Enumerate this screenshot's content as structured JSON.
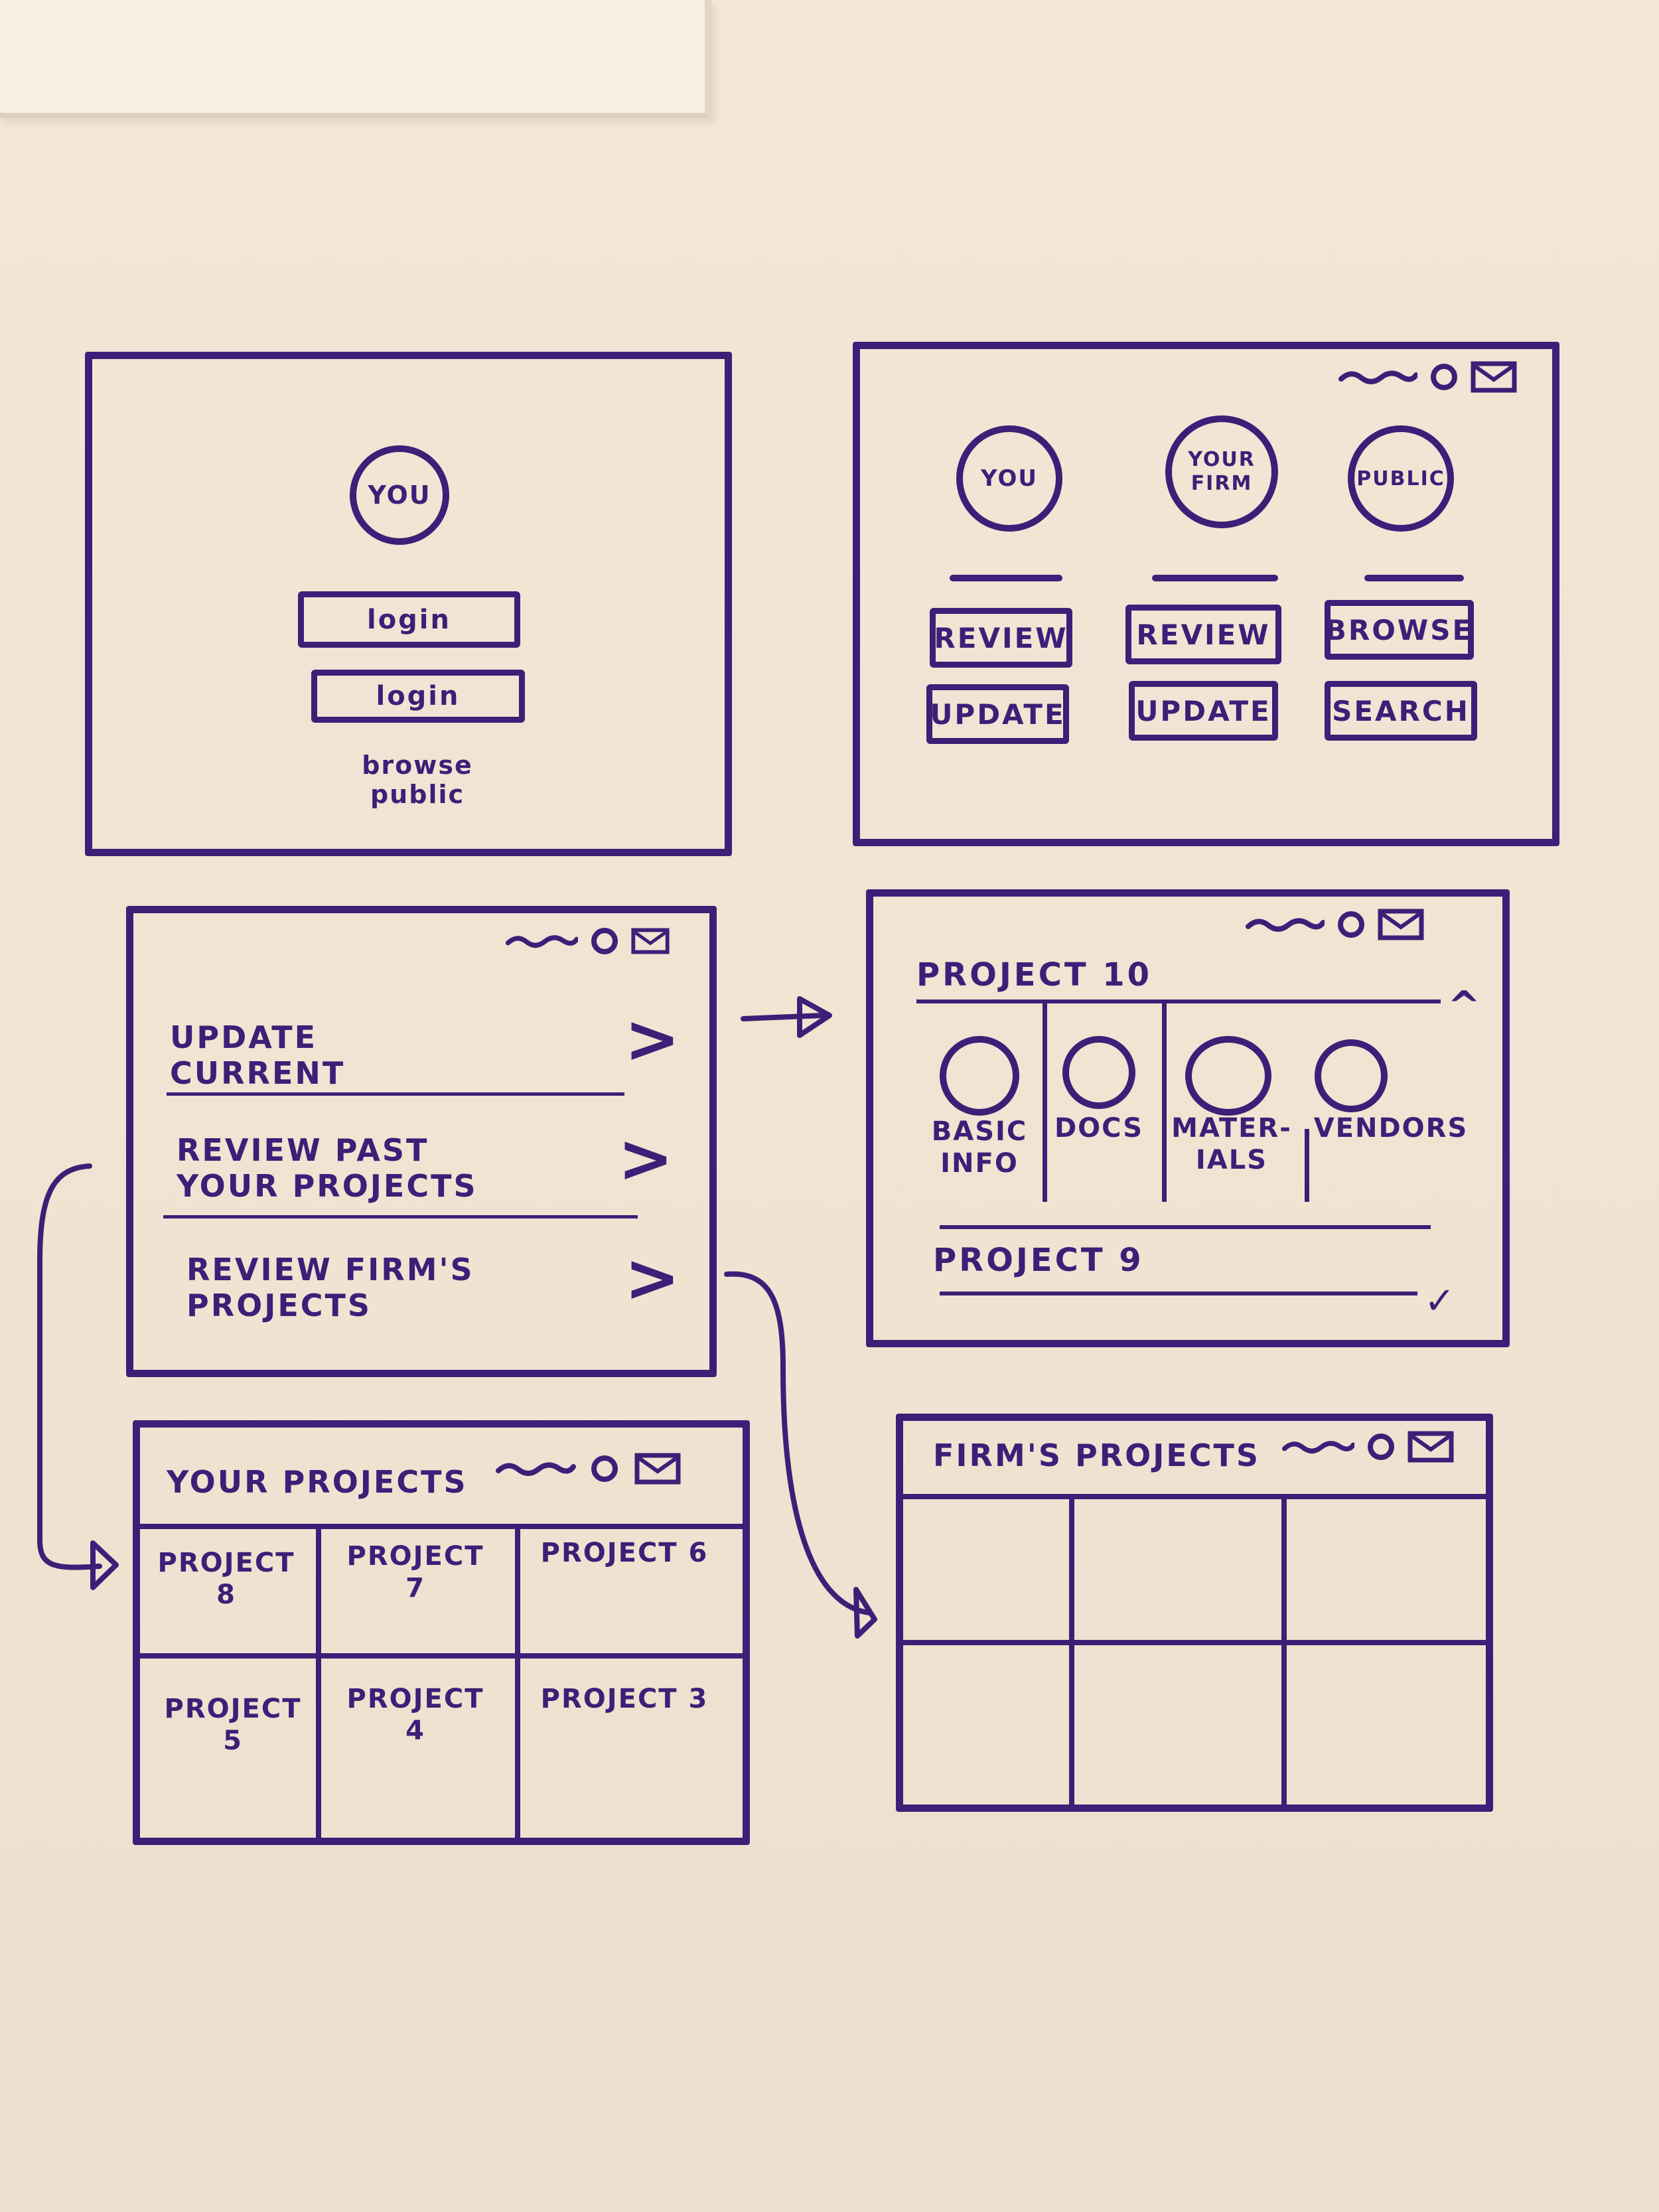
{
  "login_screen": {
    "avatar_text": "YOU",
    "login_1": "login",
    "login_2": "login",
    "browse_public": "browse public"
  },
  "dashboard": {
    "columns": [
      {
        "circle": "YOU",
        "btn1": "REVIEW",
        "btn2": "UPDATE"
      },
      {
        "circle": "YOUR FIRM",
        "btn1": "REVIEW",
        "btn2": "UPDATE"
      },
      {
        "circle": "PUBLIC",
        "btn1": "BROWSE",
        "btn2": "SEARCH"
      }
    ]
  },
  "menu": {
    "items": [
      {
        "label": "UPDATE CURRENT",
        "chevron": ">"
      },
      {
        "label": "REVIEW PAST YOUR PROJECTS",
        "chevron": ">"
      },
      {
        "label": "REVIEW FIRM'S PROJECTS",
        "chevron": ">"
      }
    ]
  },
  "project_detail": {
    "title": "PROJECT 10",
    "up_chevron": "^",
    "tabs": [
      "BASIC INFO",
      "DOCS",
      "MATER-IALS",
      "VENDORS"
    ],
    "next_title": "PROJECT 9",
    "down_chevron": "✓"
  },
  "your_projects": {
    "title": "YOUR PROJECTS",
    "cells": [
      "PROJECT 8",
      "PROJECT 7",
      "PROJECT 6",
      "PROJECT 5",
      "PROJECT 4",
      "PROJECT 3"
    ]
  },
  "firms_projects": {
    "title": "FIRM'S PROJECTS"
  },
  "colors": {
    "marker": "#3d1f78",
    "board": "#f0e3d2"
  },
  "icons": [
    "squiggle-icon",
    "circle-icon",
    "mail-icon"
  ]
}
